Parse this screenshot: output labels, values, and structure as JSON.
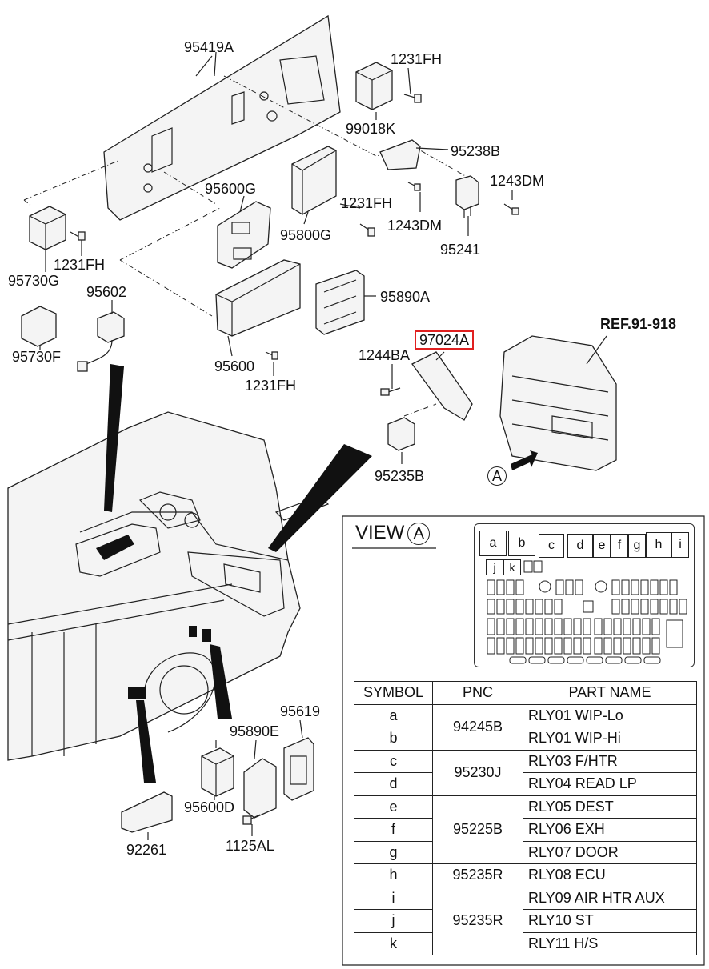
{
  "labels": {
    "p95419A": "95419A",
    "p1231FH_a": "1231FH",
    "p99018K": "99018K",
    "p95238B": "95238B",
    "p1243DM_a": "1243DM",
    "p95600G": "95600G",
    "p1231FH_b": "1231FH",
    "p1243DM_b": "1243DM",
    "p95800G": "95800G",
    "p95241": "95241",
    "p95730G": "95730G",
    "p1231FH_c": "1231FH",
    "p95602": "95602",
    "p95890A": "95890A",
    "p95730F": "95730F",
    "pREF": "REF.91-918",
    "p97024A": "97024A",
    "p1244BA": "1244BA",
    "p95600": "95600",
    "p1231FH_d": "1231FH",
    "p95235B": "95235B",
    "pA": "A",
    "p95619": "95619",
    "p95890E": "95890E",
    "p95600D": "95600D",
    "p1125AL": "1125AL",
    "p92261": "92261"
  },
  "view": {
    "title": "VIEW",
    "marker": "A"
  },
  "relay_keys": [
    "a",
    "b",
    "c",
    "d",
    "e",
    "f",
    "g",
    "h",
    "i",
    "j",
    "k"
  ],
  "table": {
    "headers": [
      "SYMBOL",
      "PNC",
      "PART NAME"
    ],
    "rows": [
      {
        "symbol": "a",
        "pnc": "94245B",
        "name": "RLY01 WIP-Lo"
      },
      {
        "symbol": "b",
        "pnc": "",
        "name": "RLY01 WIP-Hi"
      },
      {
        "symbol": "c",
        "pnc": "95230J",
        "name": "RLY03 F/HTR"
      },
      {
        "symbol": "d",
        "pnc": "",
        "name": "RLY04 READ LP"
      },
      {
        "symbol": "e",
        "pnc": "",
        "name": "RLY05 DEST"
      },
      {
        "symbol": "f",
        "pnc": "95225B",
        "name": "RLY06 EXH"
      },
      {
        "symbol": "g",
        "pnc": "",
        "name": "RLY07 DOOR"
      },
      {
        "symbol": "h",
        "pnc": "95235R",
        "name": "RLY08 ECU"
      },
      {
        "symbol": "i",
        "pnc": "",
        "name": "RLY09 AIR HTR AUX"
      },
      {
        "symbol": "j",
        "pnc": "95235R",
        "name": "RLY10 ST"
      },
      {
        "symbol": "k",
        "pnc": "",
        "name": "RLY11 H/S"
      }
    ]
  }
}
